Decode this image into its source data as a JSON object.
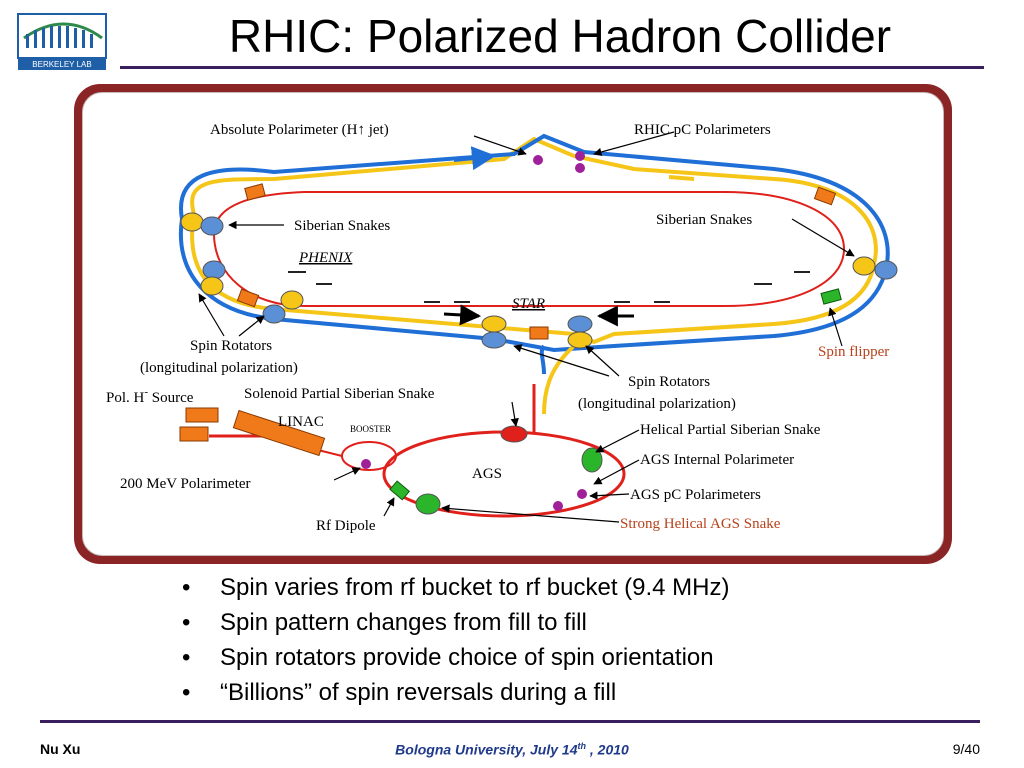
{
  "title": "RHIC: Polarized Hadron Collider",
  "logo": {
    "text": "BERKELEY LAB"
  },
  "diagram": {
    "labels": {
      "abs_pol_prefix": "Absolute Polarimeter (H",
      "abs_pol_arrow": "↑",
      "abs_pol_suffix": " jet)",
      "rhic_pc": "RHIC pC Polarimeters",
      "snakes_left": "Siberian Snakes",
      "snakes_right": "Siberian Snakes",
      "phenix": "PHENIX",
      "star": "STAR",
      "rot_left_1": "Spin Rotators",
      "rot_left_2": "(longitudinal polarization)",
      "rot_right_1": "Spin Rotators",
      "rot_right_2": "(longitudinal polarization)",
      "spin_flipper": "Spin flipper",
      "pol_source": "Pol. H",
      "pol_source_sup": "-",
      "pol_source_suffix": " Source",
      "solenoid": "Solenoid Partial Siberian Snake",
      "linac": "LINAC",
      "booster": "BOOSTER",
      "helical": "Helical Partial Siberian Snake",
      "ags_internal": "AGS Internal Polarimeter",
      "ags": "AGS",
      "mev200": "200 MeV Polarimeter",
      "ags_pc": "AGS pC Polarimeters",
      "rf_dipole": "Rf Dipole",
      "strong_helical": "Strong Helical AGS Snake"
    },
    "colors": {
      "blue_ring": "#1f6fd6",
      "yellow_ring": "#f5c518",
      "red_line": "#e0201b",
      "orange": "#f07a1a",
      "green": "#2ab52a",
      "purple": "#a0209a",
      "frame": "#8b2525"
    }
  },
  "bullets": [
    "Spin varies from rf bucket to rf bucket (9.4 MHz)",
    "Spin pattern changes from fill to fill",
    "Spin rotators provide choice of spin orientation",
    "“Billions” of spin reversals during a fill"
  ],
  "bullet_glyph": "•",
  "footer": {
    "author": "Nu Xu",
    "event_prefix": "Bologna University, July 14",
    "event_sup": "th",
    "event_suffix": " , 2010",
    "page": "9/40"
  }
}
